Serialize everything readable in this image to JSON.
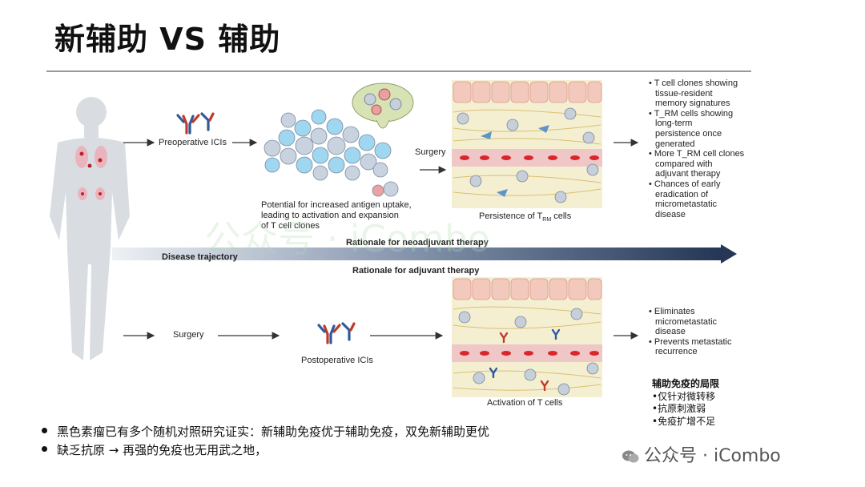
{
  "slide": {
    "title": "新辅助 VS 辅助"
  },
  "diagram": {
    "preoperative_label": "Preoperative ICIs",
    "surgery_top": "Surgery",
    "antigen_caption": [
      "Potential for increased antigen uptake,",
      "leading to activation and expansion",
      "of T cell clones"
    ],
    "persistence_caption_pre": "Persistence of T",
    "persistence_caption_sub": "RM",
    "persistence_caption_post": " cells",
    "neo_rationale": "Rationale for neoadjuvant therapy",
    "disease_trajectory": "Disease trajectory",
    "adj_rationale": "Rationale for adjuvant therapy",
    "surgery_bottom": "Surgery",
    "postoperative_label": "Postoperative ICIs",
    "activation_caption": "Activation of T cells",
    "top_bullets": [
      [
        "• T cell clones showing",
        "tissue-resident",
        "memory signatures"
      ],
      [
        "• T_RM cells showing",
        "long-term",
        "persistence once",
        "generated"
      ],
      [
        "• More T_RM cell clones",
        "compared with",
        "adjuvant therapy"
      ],
      [
        "• Chances of early",
        "eradication of",
        "micrometastatic",
        "disease"
      ]
    ],
    "bottom_bullets": [
      [
        "• Eliminates",
        "micrometastatic",
        "disease"
      ],
      [
        "• Prevents metastatic",
        "recurrence"
      ]
    ],
    "limits": {
      "title": "辅助免疫的局限",
      "items": [
        "•仅针对微转移",
        "•抗原刺激弱",
        "•免疫扩增不足"
      ]
    }
  },
  "conclusions": [
    "黑色素瘤已有多个随机对照研究证实：新辅助免疫优于辅助免疫，双免新辅助更优",
    "缺乏抗原 → 再强的免疫也无用武之地，"
  ],
  "watermark": {
    "text": "公众号 · iCombo"
  },
  "colors": {
    "arrow_dark": "#2c3e5e",
    "arrow_light": "#e6ebf2",
    "vessel": "#e25555",
    "tumor_blue": "#8fd0ee",
    "silhouette": "#d9dde2"
  }
}
